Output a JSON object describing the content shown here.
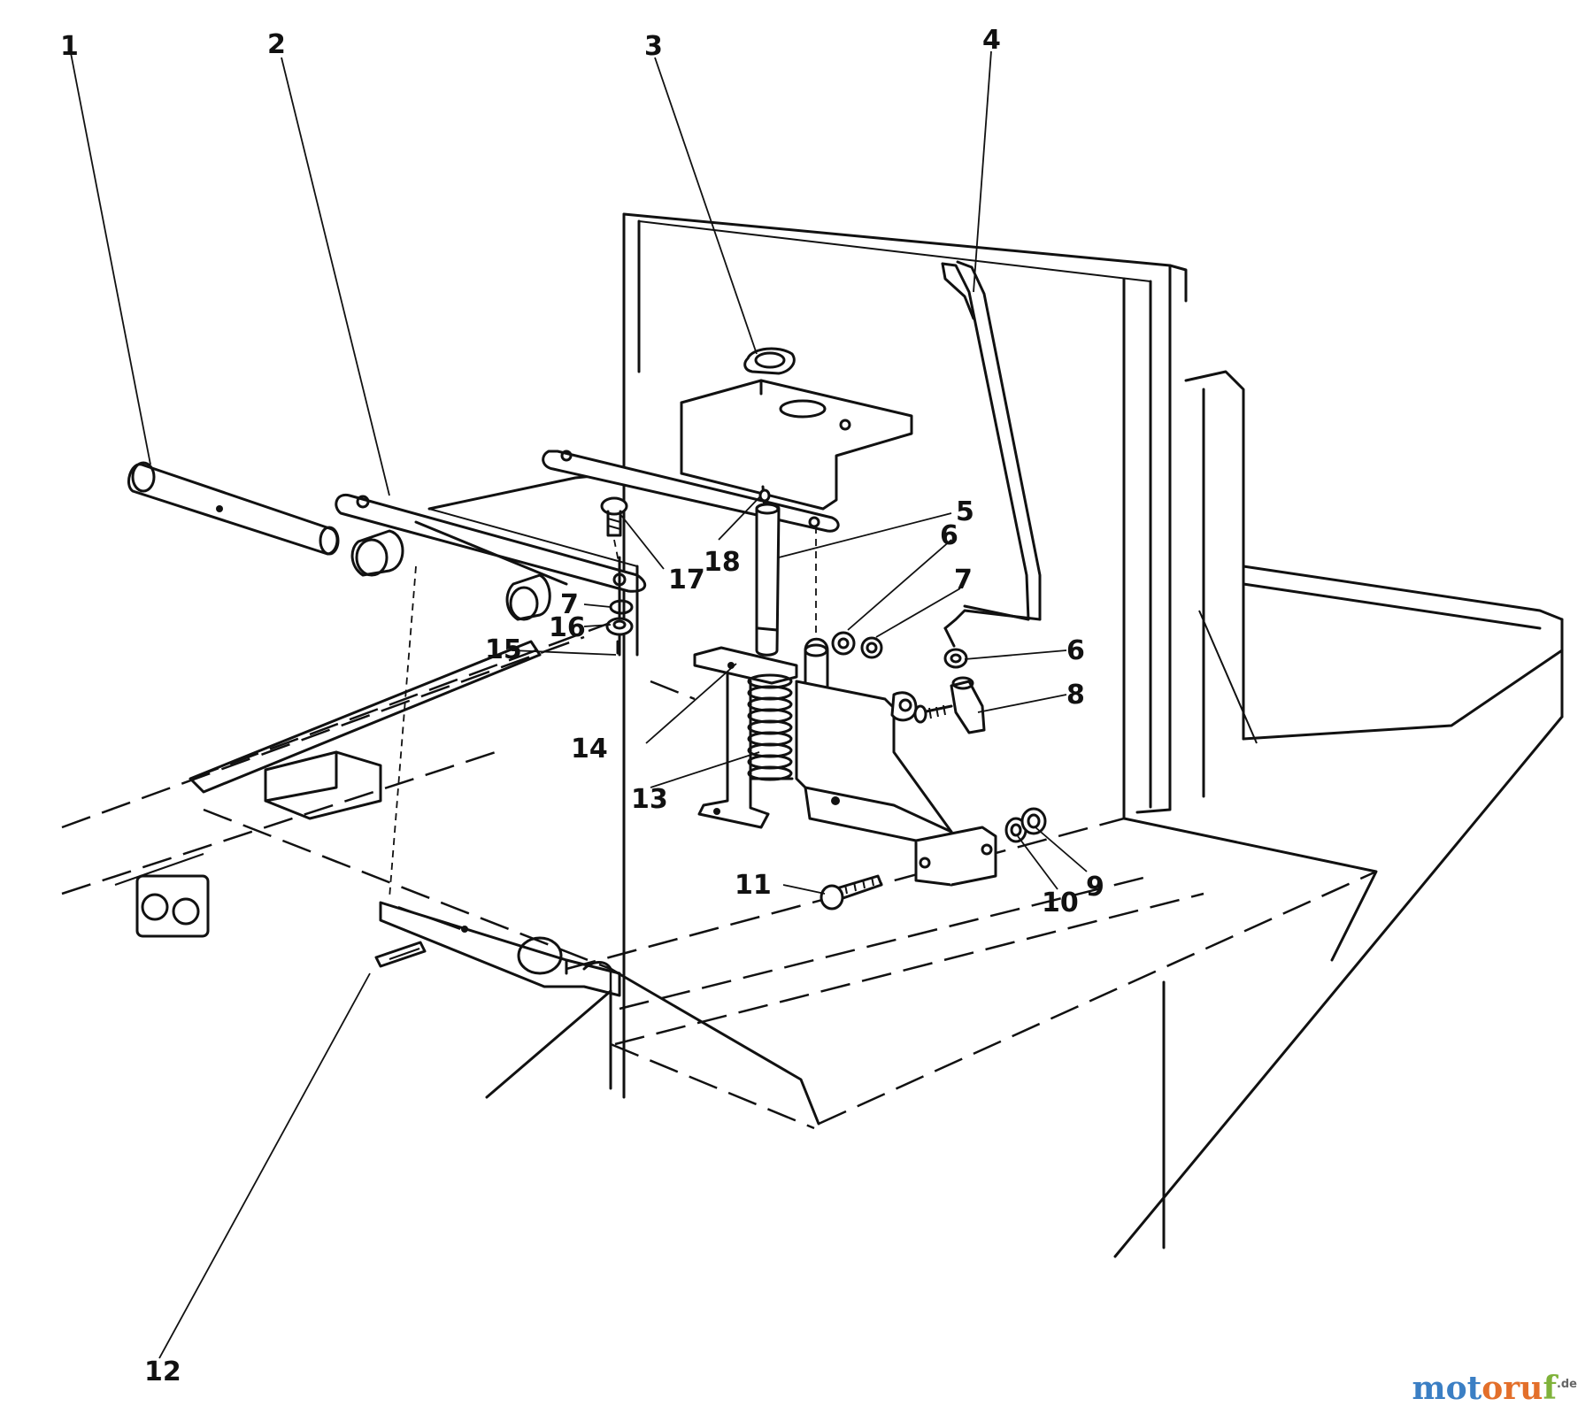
{
  "callouts": {
    "c1": "1",
    "c2": "2",
    "c3": "3",
    "c4": "4",
    "c5": "5",
    "c6a": "6",
    "c6b": "6",
    "c7a": "7",
    "c7b": "7",
    "c8": "8",
    "c9": "9",
    "c10": "10",
    "c11": "11",
    "c12": "12",
    "c13": "13",
    "c14": "14",
    "c15": "15",
    "c16": "16",
    "c17": "17",
    "c18": "18"
  },
  "watermark": {
    "part1": "mot",
    "part2": "oru",
    "part3": "f",
    "suffix": ".de"
  },
  "colors": {
    "line": "#111111",
    "background": "#ffffff",
    "watermark_blue": "#3b7fc4",
    "watermark_orange": "#e36f2a",
    "watermark_green": "#7fb23a"
  }
}
